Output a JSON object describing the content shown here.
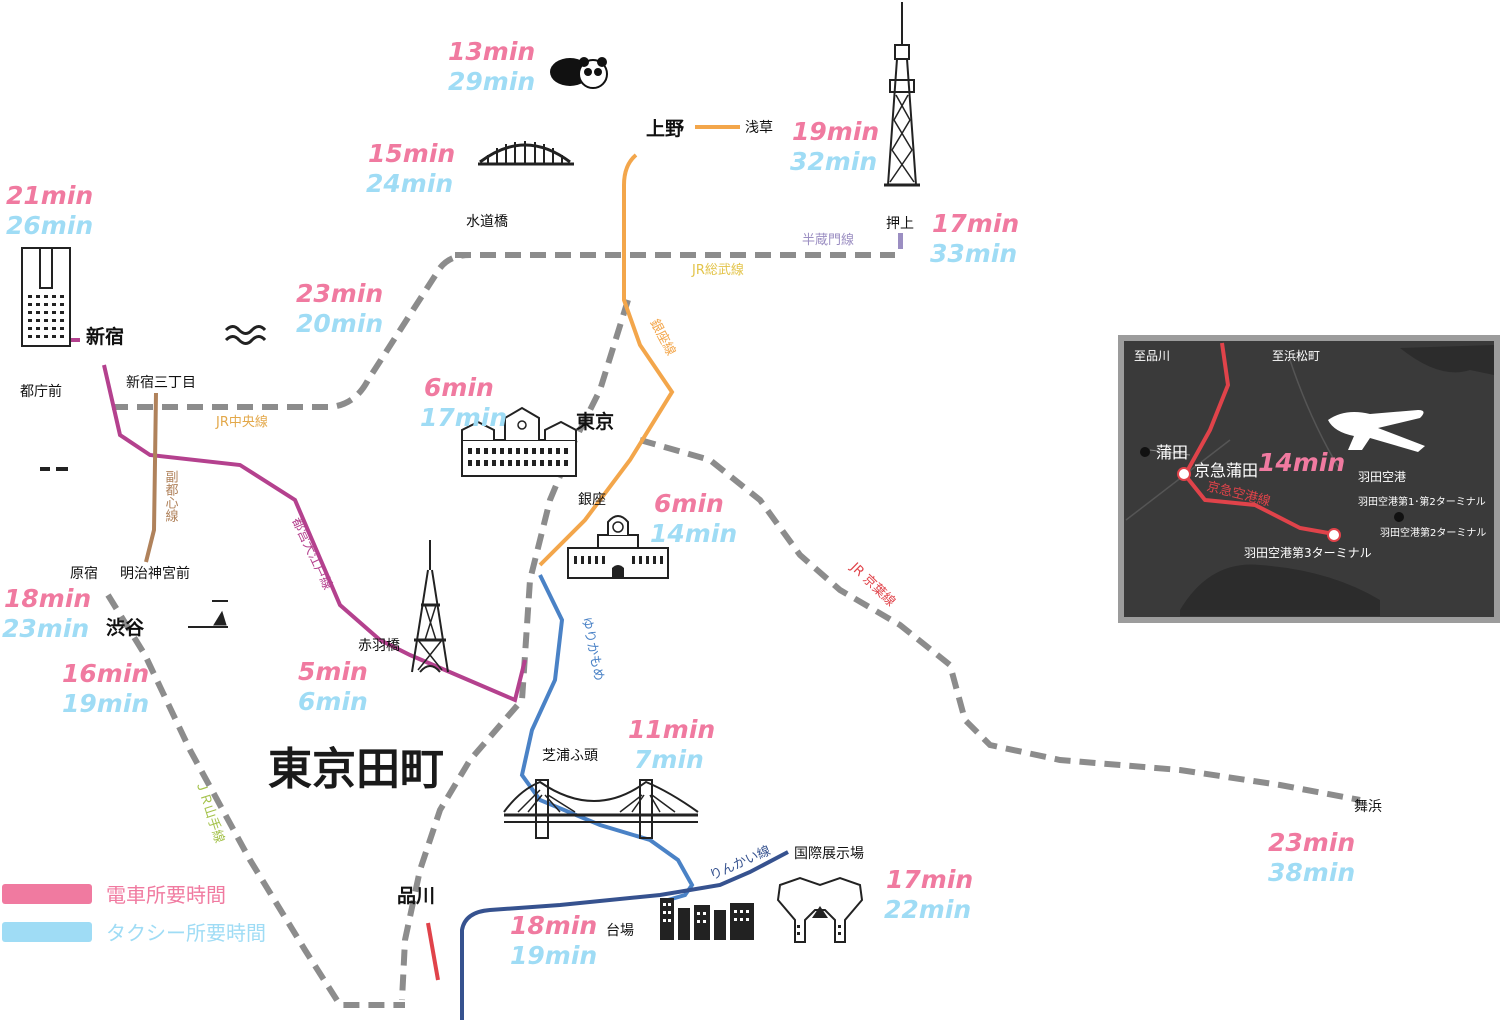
{
  "colors": {
    "rail_time": "#f07aa0",
    "taxi_time": "#9fdcf5",
    "jr_gray": "#8c8c8c",
    "ginza_orange": "#f3a64b",
    "oedo_magenta": "#b4418e",
    "fukutoshin_brown": "#b0825b",
    "yurikamome_blue": "#4a82c6",
    "rinkai_navy": "#36528f",
    "keikyu_red": "#e0434a",
    "hanzomon_purple": "#9b8ec2",
    "yamanote_green": "#a4c24a"
  },
  "area_title": "東京田町",
  "stations": {
    "ueno": "上野",
    "asakusa": "浅草",
    "suidobashi": "水道橋",
    "oshiage": "押上",
    "shinjuku": "新宿",
    "tochomae": "都庁前",
    "shinjuku_sanchome": "新宿三丁目",
    "tokyo": "東京",
    "ginza": "銀座",
    "harajuku": "原宿",
    "meiji_jingumae": "明治神宮前",
    "shibuya": "渋谷",
    "akabanebashi": "赤羽橋",
    "shibaura_futo": "芝浦ふ頭",
    "shinagawa": "品川",
    "kokusai_tenjijo": "国際展示場",
    "daiba": "台場",
    "maihama": "舞浜"
  },
  "lines": {
    "hanzomon": "半蔵門線",
    "jr_sobu": "JR総武線",
    "jr_chuo": "JR中央線",
    "ginza": "銀座線",
    "fukutoshin": "副都心線",
    "oedo": "都営大江戸線",
    "yurikamome": "ゆりかもめ",
    "jr_keiyo": "JR 京葉線",
    "yamanote": "ＪＲ山手線",
    "rinkai": "りんかい線"
  },
  "times": {
    "ueno_zoo": {
      "rail": "13min",
      "taxi": "29min"
    },
    "suidobashi": {
      "rail": "15min",
      "taxi": "24min"
    },
    "skytree": {
      "rail": "19min",
      "taxi": "32min"
    },
    "oshiage": {
      "rail": "17min",
      "taxi": "33min"
    },
    "shinjuku": {
      "rail": "21min",
      "taxi": "26min"
    },
    "shinjuku_gyoen": {
      "rail": "23min",
      "taxi": "20min"
    },
    "tokyo": {
      "rail": "6min",
      "taxi": "17min"
    },
    "ginza": {
      "rail": "6min",
      "taxi": "14min"
    },
    "shibuya": {
      "rail": "18min",
      "taxi": "23min"
    },
    "harajuku_path": {
      "rail": "16min",
      "taxi": "19min"
    },
    "tokyo_tower": {
      "rail": "5min",
      "taxi": "6min"
    },
    "rainbow_bridge": {
      "rail": "11min",
      "taxi": "7min"
    },
    "big_sight": {
      "rail": "17min",
      "taxi": "22min"
    },
    "daiba": {
      "rail": "18min",
      "taxi": "19min"
    },
    "maihama": {
      "rail": "23min",
      "taxi": "38min"
    },
    "haneda": {
      "rail": "14min"
    }
  },
  "legend": {
    "rail": "電車所要時間",
    "taxi": "タクシー所要時間"
  },
  "inset": {
    "to_shinagawa": "至品川",
    "to_hamamatsucho": "至浜松町",
    "kamata": "蒲田",
    "keikyu_kamata": "京急蒲田",
    "keikyu_airport_line": "京急空港線",
    "haneda_airport": "羽田空港",
    "terminal_12": "羽田空港第1･第2ターミナル",
    "terminal_2": "羽田空港第2ターミナル",
    "terminal_3": "羽田空港第3ターミナル"
  },
  "icons": {
    "panda": "panda-icon",
    "bridge": "arch-bridge-icon",
    "skytree": "skytree-icon",
    "tocho": "tocho-building-icon",
    "waves": "waves-icon",
    "station": "tokyo-station-icon",
    "clock_building": "wako-clock-building-icon",
    "tokyo_tower": "tokyo-tower-icon",
    "rainbow_bridge": "rainbow-bridge-icon",
    "big_sight": "big-sight-icon",
    "daiba_buildings": "daiba-buildings-icon",
    "boat": "boat-icon",
    "airplane": "airplane-icon"
  }
}
